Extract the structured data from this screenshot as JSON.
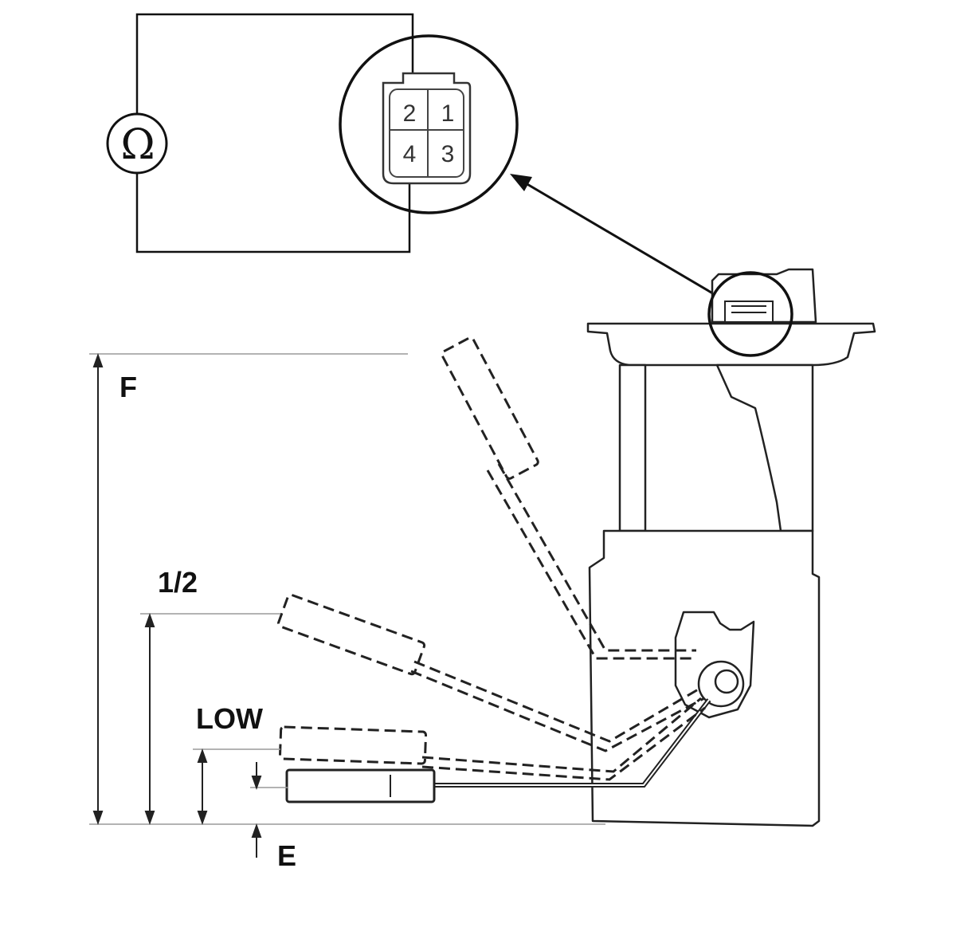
{
  "meter": {
    "symbol": "Ω"
  },
  "connector": {
    "pins": [
      {
        "id": "pin-2",
        "label": "2"
      },
      {
        "id": "pin-1",
        "label": "1"
      },
      {
        "id": "pin-4",
        "label": "4"
      },
      {
        "id": "pin-3",
        "label": "3"
      }
    ]
  },
  "float_levels": {
    "full": "F",
    "half": "1/2",
    "low": "LOW",
    "empty": "E"
  },
  "colors": {
    "line": "#111111",
    "guide": "#9a9a9a",
    "background": "#ffffff"
  }
}
